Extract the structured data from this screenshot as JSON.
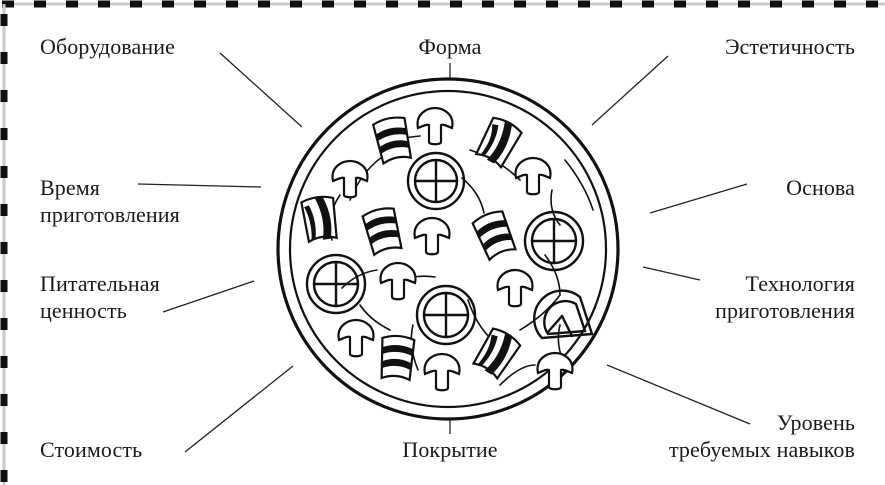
{
  "diagram": {
    "center_image": "pizza-icon",
    "labels": {
      "top_left": "Оборудование",
      "top": "Форма",
      "top_right": "Эстетичность",
      "left_upper": [
        "Время",
        "приготовления"
      ],
      "right_upper": "Основа",
      "left_lower": [
        "Питательная",
        "ценность"
      ],
      "right_lower": [
        "Технология",
        "приготовления"
      ],
      "bottom_left": "Стоимость",
      "bottom": "Покрытие",
      "bottom_right": [
        "Уровень",
        "требуемых навыков"
      ]
    }
  }
}
